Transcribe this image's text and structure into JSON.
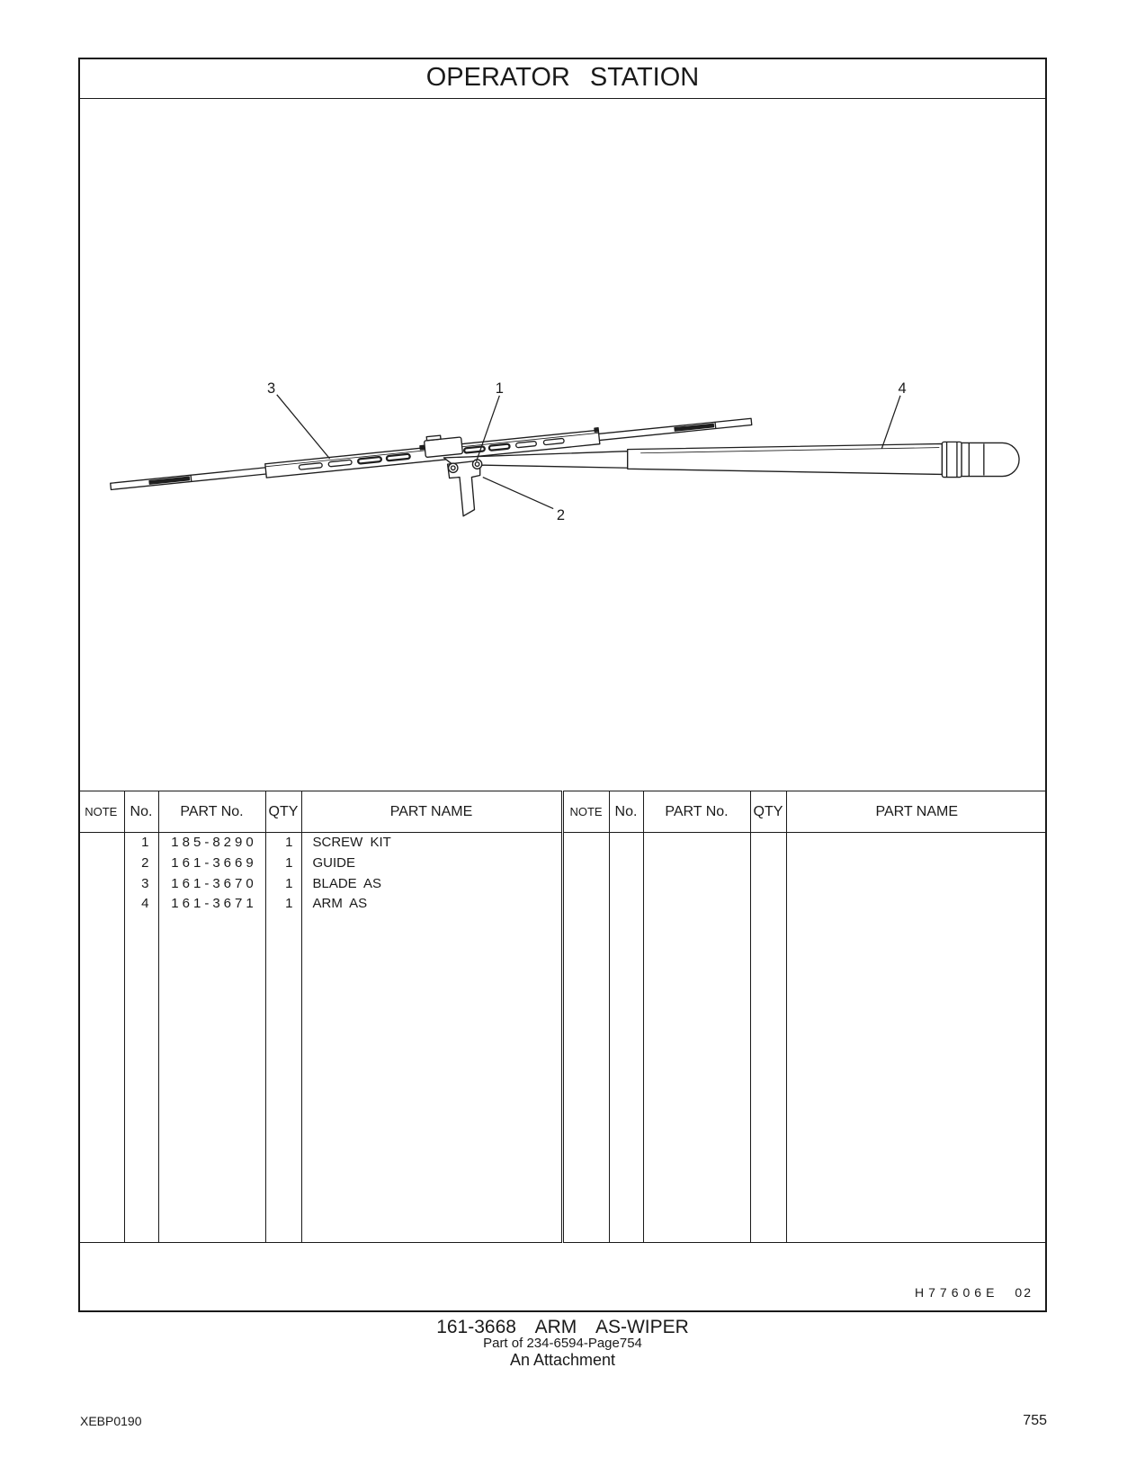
{
  "page": {
    "title": "OPERATOR STATION"
  },
  "drawing": {
    "callouts": [
      {
        "label": "3"
      },
      {
        "label": "1"
      },
      {
        "label": "4"
      },
      {
        "label": "2"
      }
    ]
  },
  "parts_table": {
    "headers": {
      "note": "NOTE",
      "no": "No.",
      "part_no": "PART No.",
      "qty": "QTY",
      "part_name": "PART NAME"
    },
    "rows": [
      {
        "no": "1",
        "part_no": "185-8290",
        "qty": "1",
        "part_name": "SCREW KIT"
      },
      {
        "no": "2",
        "part_no": "161-3669",
        "qty": "1",
        "part_name": "GUIDE"
      },
      {
        "no": "3",
        "part_no": "161-3670",
        "qty": "1",
        "part_name": "BLADE AS"
      },
      {
        "no": "4",
        "part_no": "161-3671",
        "qty": "1",
        "part_name": "ARM AS"
      }
    ]
  },
  "figure_code": {
    "code": "H77606E",
    "revision": "02"
  },
  "caption": {
    "assembly": "161-3668 ARM AS-WIPER",
    "part_of": "Part of 234-6594-Page754",
    "attachment": "An Attachment"
  },
  "footer": {
    "doc_id": "XEBP0190",
    "page_number": "755"
  }
}
